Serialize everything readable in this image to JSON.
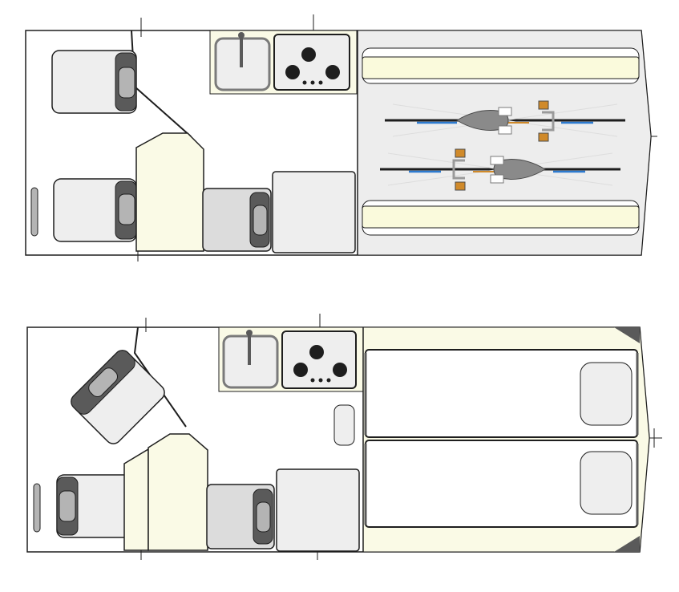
{
  "diagram": {
    "kind": "van-interior-floor-plan",
    "layouts": [
      {
        "id": "bike-transport",
        "parts": [
          "driver-seat",
          "passenger-seat",
          "rear-seat-bench",
          "kitchen-sink",
          "gas-hob",
          "cabinet",
          "fridge",
          "side-bench-left",
          "side-bench-right",
          "bicycle-1",
          "bicycle-2"
        ]
      },
      {
        "id": "sleeping",
        "parts": [
          "swivel-seat",
          "passenger-seat",
          "rear-seat-bench",
          "kitchen-sink",
          "gas-hob",
          "cabinet",
          "fridge",
          "bed-upper",
          "bed-lower",
          "pillow-1",
          "pillow-2"
        ]
      }
    ],
    "colors": {
      "outline": "#1e1e1e",
      "seat": "#eeeeee",
      "seat_dark": "#5a5a5a",
      "headrest": "#b4b4b4",
      "cream": "#fafae6",
      "bench_fill": "#fafadc",
      "light_grey": "#ededed",
      "bed_white": "#ffffff",
      "bike_frame": "#7a7a7a",
      "bike_blue": "#2d7bd0",
      "bike_orange": "#d08a2a"
    }
  }
}
